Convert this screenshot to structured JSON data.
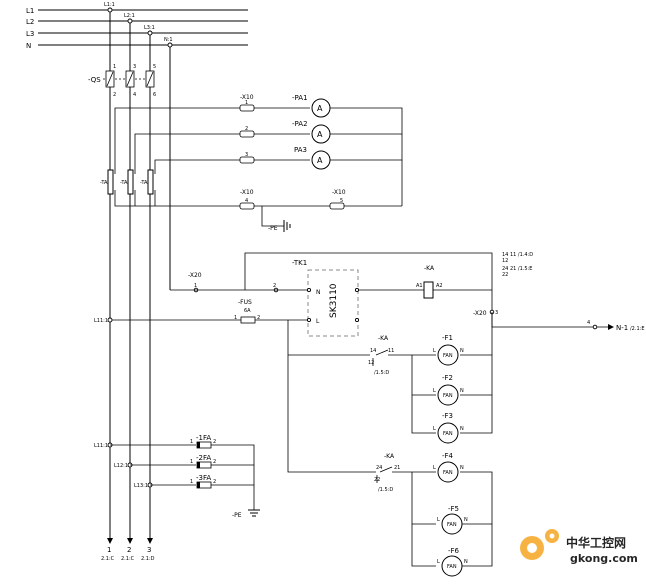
{
  "bus": {
    "L1": "L1",
    "L2": "L2",
    "L3": "L3",
    "N": "N"
  },
  "taps": {
    "t1": "L1:1",
    "t2": "L2:1",
    "t3": "L3:1",
    "tn": "N:1"
  },
  "qs": {
    "label": "-QS",
    "p1": "1",
    "p3": "3",
    "p5": "5",
    "p2": "2",
    "p4": "4",
    "p6": "6"
  },
  "ct": {
    "a": "-TA",
    "b": "-TA",
    "c": "-TA"
  },
  "meters": {
    "m1": {
      "term": "-X10",
      "num": "1",
      "label": "-PA1",
      "sym": "A"
    },
    "m2": {
      "num": "2",
      "label": "-PA2",
      "sym": "A"
    },
    "m3": {
      "num": "3",
      "label": "PA3",
      "sym": "A"
    },
    "x10b": {
      "term": "-X10",
      "num4": "4",
      "term2": "-X10",
      "num5": "5"
    },
    "pe1": "-PE"
  },
  "ctrl": {
    "tk": "-TK1",
    "sk": "SK3110",
    "x20": "-X20",
    "x20_n1": "1",
    "x20_n2": "2",
    "ka": "-KA",
    "a1": "A1",
    "a2": "A2",
    "fus": "-FUS",
    "fus_rating": "6A",
    "fus_1": "1",
    "fus_2": "2",
    "n": "N",
    "l": "L",
    "x20r": "-X20",
    "x20r_n": "3",
    "out_num": "4",
    "out_label": "N-1",
    "out_ref": "/2.1:E",
    "contacts": [
      "14  11 /1.4:D",
      "12",
      "24  21 /1.5:E",
      "22"
    ],
    "l11": "L11:1"
  },
  "fans": {
    "ka1": "-KA",
    "ka1_n1": "14",
    "ka1_n2": "11",
    "ka1_n3": "12",
    "ka1_ref": "/1.5:D",
    "ka2": "-KA",
    "ka2_n1": "24",
    "ka2_n2": "21",
    "ka2_n3": "22",
    "ka2_ref": "/1.5:D",
    "f1": "-F1",
    "f2": "-F2",
    "f3": "-F3",
    "f4": "-F4",
    "f5": "-F5",
    "f6": "-F6",
    "sym": "FAN",
    "l": "L",
    "n": "N"
  },
  "heat": {
    "l11": "L11:1",
    "l12": "L12:1",
    "l13": "L13:1",
    "fa1": "-1FA",
    "fa2": "-2FA",
    "fa3": "-3FA",
    "n1": "1",
    "n2": "2",
    "pe": "-PE"
  },
  "bottom": {
    "a": "1",
    "b": "2",
    "c": "3",
    "ra": "2.1:C",
    "rb": "2.1:C",
    "rc": "2.1:D"
  },
  "watermark": {
    "title": "中华工控网",
    "url": "gkong.com"
  }
}
